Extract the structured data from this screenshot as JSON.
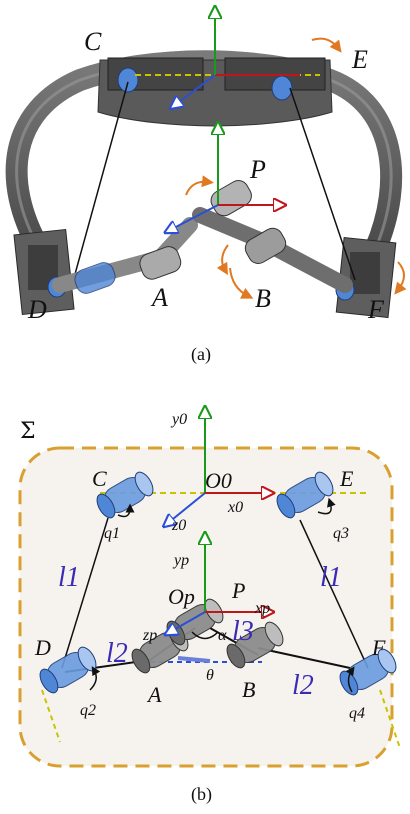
{
  "panel_a": {
    "caption": "(a)",
    "labels": {
      "C": "C",
      "E": "E",
      "P": "P",
      "D": "D",
      "A": "A",
      "B": "B",
      "F": "F"
    }
  },
  "panel_b": {
    "caption": "(b)",
    "frame_label": "Σ",
    "labels": {
      "C": "C",
      "E": "E",
      "D": "D",
      "F": "F",
      "A": "A",
      "B": "B",
      "P": "P",
      "O0": "O0",
      "Op": "Op",
      "y0": "y0",
      "x0": "x0",
      "z0": "z0",
      "yp": "yp",
      "xp": "xp",
      "zp": "zp",
      "q1": "q1",
      "q2": "q2",
      "q3": "q3",
      "q4": "q4",
      "l1_left": "l1",
      "l1_right": "l1",
      "l2_left": "l2",
      "l2_right": "l2",
      "l3": "l3",
      "alpha": "α",
      "theta": "θ"
    }
  },
  "colors": {
    "y_axis": "#1a9a1a",
    "x_axis": "#c0161b",
    "z_axis": "#2a4fd6",
    "joint_blue": "#4f86d6",
    "link_gray": "#8a8a8a",
    "dashed_yellow": "#c9c400",
    "region_fill": "#f6f3ef",
    "region_border": "#d9a030",
    "orange_arrow": "#e07a22",
    "link_label": "#3a2ab5"
  }
}
